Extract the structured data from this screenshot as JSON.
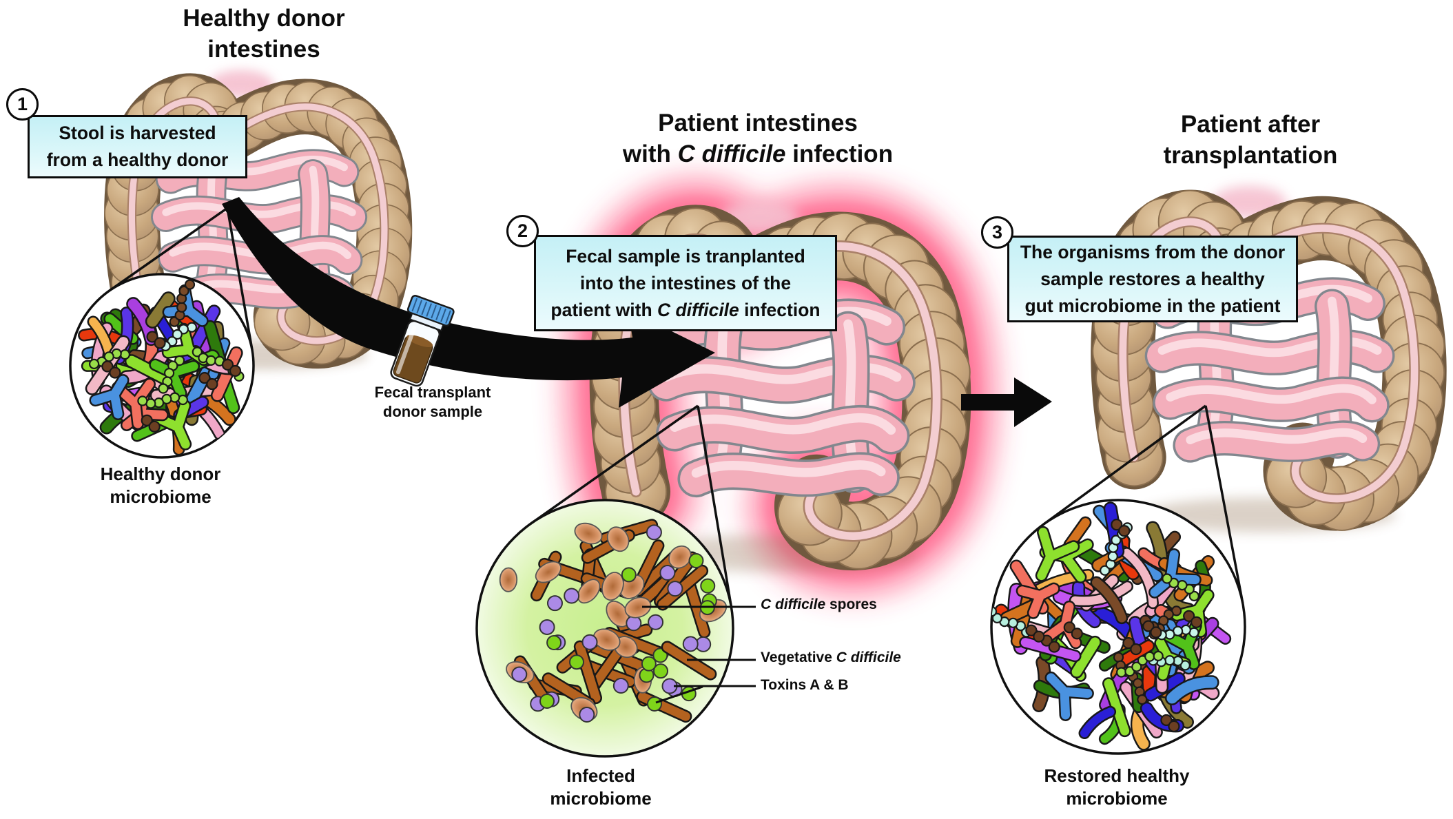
{
  "titles": {
    "donor": {
      "lines": [
        [
          {
            "t": "Healthy donor"
          }
        ],
        [
          {
            "t": "intestines"
          }
        ]
      ]
    },
    "patient": {
      "lines": [
        [
          {
            "t": "Patient intestines"
          }
        ],
        [
          {
            "t": "with "
          },
          {
            "t": "C difficile",
            "i": true
          },
          {
            "t": " infection"
          }
        ]
      ]
    },
    "after": {
      "lines": [
        [
          {
            "t": "Patient after"
          }
        ],
        [
          {
            "t": "transplantation"
          }
        ]
      ]
    }
  },
  "steps": [
    {
      "n": "1",
      "lines": [
        [
          {
            "t": "Stool is harvested"
          }
        ],
        [
          {
            "t": "from a healthy donor"
          }
        ]
      ]
    },
    {
      "n": "2",
      "lines": [
        [
          {
            "t": "Fecal sample is tranplanted"
          }
        ],
        [
          {
            "t": "into the intestines of the"
          }
        ],
        [
          {
            "t": "patient with "
          },
          {
            "t": "C difficile",
            "i": true
          },
          {
            "t": " infection"
          }
        ]
      ]
    },
    {
      "n": "3",
      "lines": [
        [
          {
            "t": "The organisms from the donor"
          }
        ],
        [
          {
            "t": "sample restores a healthy"
          }
        ],
        [
          {
            "t": "gut microbiome in the patient"
          }
        ]
      ]
    }
  ],
  "labels": {
    "vial": {
      "lines": [
        [
          {
            "t": "Fecal transplant"
          }
        ],
        [
          {
            "t": "donor sample"
          }
        ]
      ]
    },
    "donor_circle": {
      "lines": [
        [
          {
            "t": "Healthy donor"
          }
        ],
        [
          {
            "t": "microbiome"
          }
        ]
      ]
    },
    "infected_circle": {
      "lines": [
        [
          {
            "t": "Infected"
          }
        ],
        [
          {
            "t": "microbiome"
          }
        ]
      ]
    },
    "restored_circle": {
      "lines": [
        [
          {
            "t": "Restored healthy"
          }
        ],
        [
          {
            "t": "microbiome"
          }
        ]
      ]
    }
  },
  "annotations": [
    {
      "segs": [
        {
          "t": "C difficile",
          "i": true
        },
        {
          "t": " spores"
        }
      ]
    },
    {
      "segs": [
        {
          "t": "Vegetative "
        },
        {
          "t": "C difficile",
          "i": true
        }
      ]
    },
    {
      "segs": [
        {
          "t": "Toxins A & B"
        }
      ]
    }
  ],
  "colors": {
    "text": "#0d0d0d",
    "box_bg_top": "#c5f0f6",
    "box_bg_bottom": "#ecfbfd",
    "box_border": "#0b0b0b",
    "colon": "#c9a87e",
    "colon_outline": "#70593f",
    "colon_bead_edge": "#8a6e4e",
    "taenia": "#f3cdd1",
    "taenia_edge": "#aa8169",
    "small_intestine": "#f3aebb",
    "small_intestine_outline": "#82878e",
    "small_intestine_highlight": "#fbdbe1",
    "inflammation_glow": "#ff2e63",
    "arrow": "#0a0a0a",
    "line": "#101010",
    "vial_cap": "#5ca9ea",
    "vial_body": "#f8fcff",
    "vial_contents": "#6e4a1e",
    "infected_bg_center": "#c8ef90",
    "infected_bg_edge": "#f8fdf2"
  },
  "microbiome": {
    "seed": 11,
    "healthy_palette": [
      "#e8380d",
      "#f2705f",
      "#8ee02e",
      "#52c21a",
      "#2e7a0c",
      "#4a92e0",
      "#2a1fd6",
      "#5a35e8",
      "#a93fe0",
      "#c455f2",
      "#f0a8c8",
      "#f2b9c6",
      "#7a4a28",
      "#8a7a35",
      "#d4731f",
      "#f5b34e",
      "#f0a8c8"
    ],
    "y_palette": [
      "#4a92e0",
      "#8ee02e",
      "#52c21a",
      "#2a1fd6",
      "#f2705f",
      "#4a92e0"
    ],
    "chain_palette": [
      "#b6efde",
      "#9ade4a",
      "#7a4a28",
      "#c9f5ea"
    ],
    "dot_color": "#6b3f22",
    "healthy_counts": {
      "donor": {
        "rods": 50,
        "y": 7,
        "chains": 6,
        "dots": 5
      },
      "restored": {
        "rods": 82,
        "y": 10,
        "chains": 8,
        "dots": 9
      }
    },
    "infected": {
      "rod_color": "#b4621f",
      "spore_inner": "#b06a38",
      "spore_outer": "#edc49c",
      "toxin_a_color": "#ab8ae6",
      "toxin_b_color": "#7fd41a",
      "counts": {
        "rods": 26,
        "spores": 15,
        "toxin_a": 18,
        "toxin_b": 13
      }
    }
  }
}
